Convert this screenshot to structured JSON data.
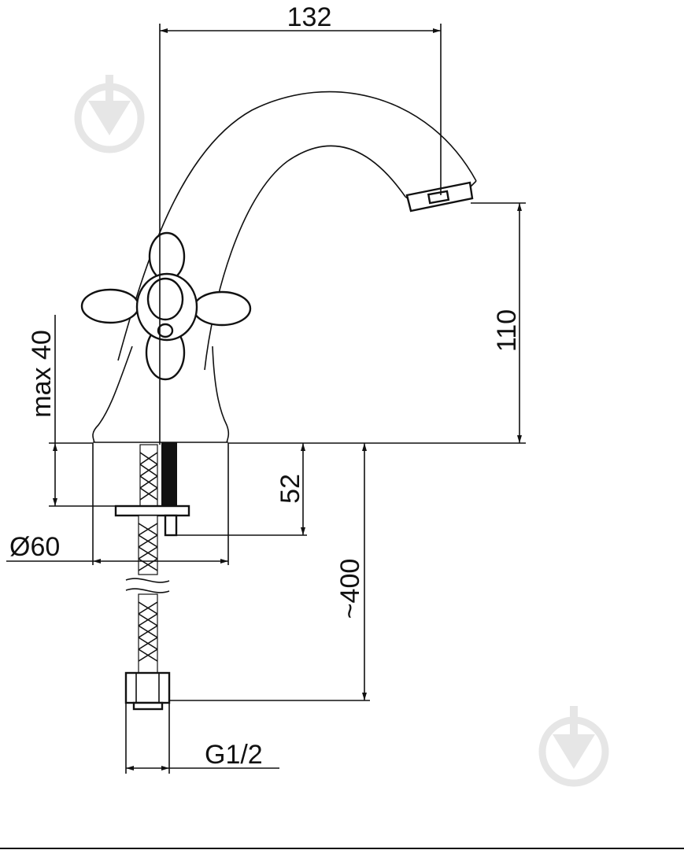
{
  "dimensions": {
    "spout_reach": "132",
    "spout_height": "110",
    "max_deck_thickness": "max 40",
    "shank_length": "52",
    "base_diameter": "Ø60",
    "hose_length": "~400",
    "connection_thread": "G1/2"
  },
  "watermark_icon": "drop-arrow-icon"
}
